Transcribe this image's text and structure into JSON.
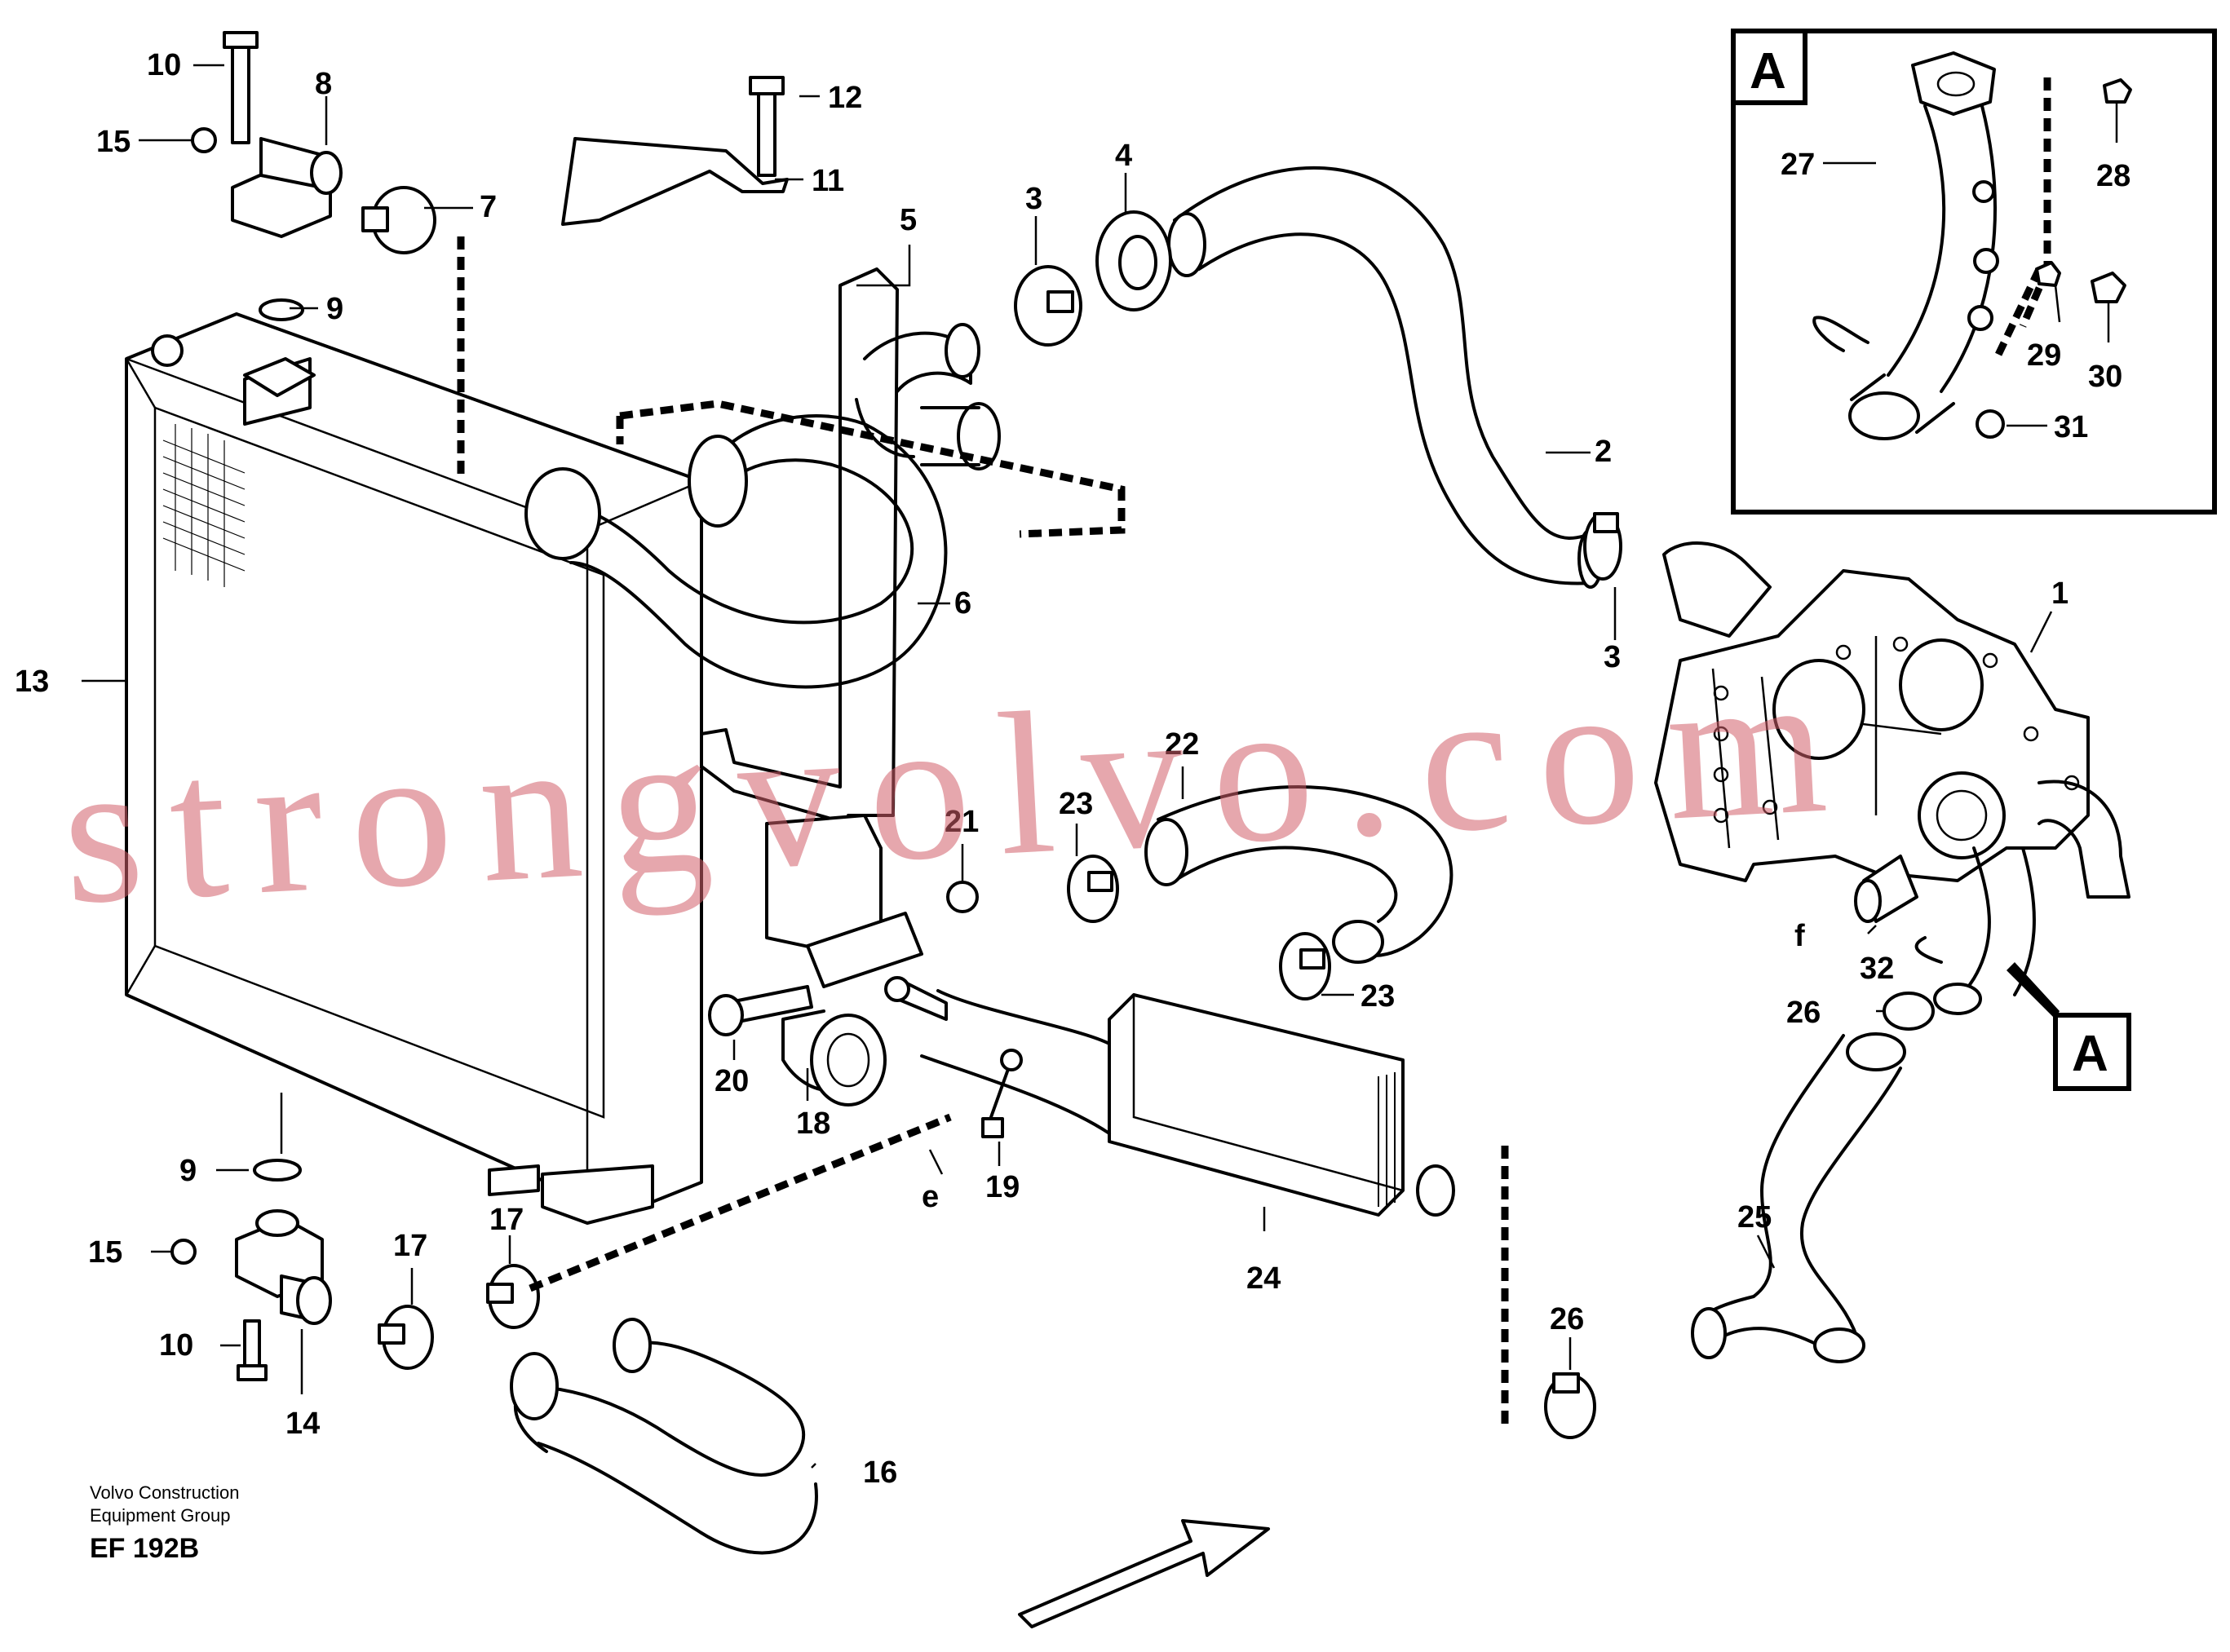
{
  "diagram": {
    "callouts": [
      "10",
      "8",
      "15",
      "7",
      "12",
      "11",
      "5",
      "3",
      "4",
      "9",
      "2",
      "6",
      "1",
      "13",
      "3",
      "22",
      "23",
      "21",
      "23",
      "20",
      "18",
      "19",
      "e",
      "f",
      "32",
      "26",
      "9",
      "17",
      "15",
      "17",
      "10",
      "14",
      "24",
      "26",
      "25",
      "16"
    ],
    "detail_label": "A",
    "detail_callouts": [
      "27",
      "28",
      "29",
      "30",
      "31"
    ],
    "view_marker": "A",
    "watermark": "strongvolvo.com",
    "credit_line1": "Volvo Construction",
    "credit_line2": "Equipment Group",
    "figure_code": "EF 192B"
  },
  "colors": {
    "watermark": "#d25f69",
    "line": "#000000",
    "background": "#ffffff"
  }
}
